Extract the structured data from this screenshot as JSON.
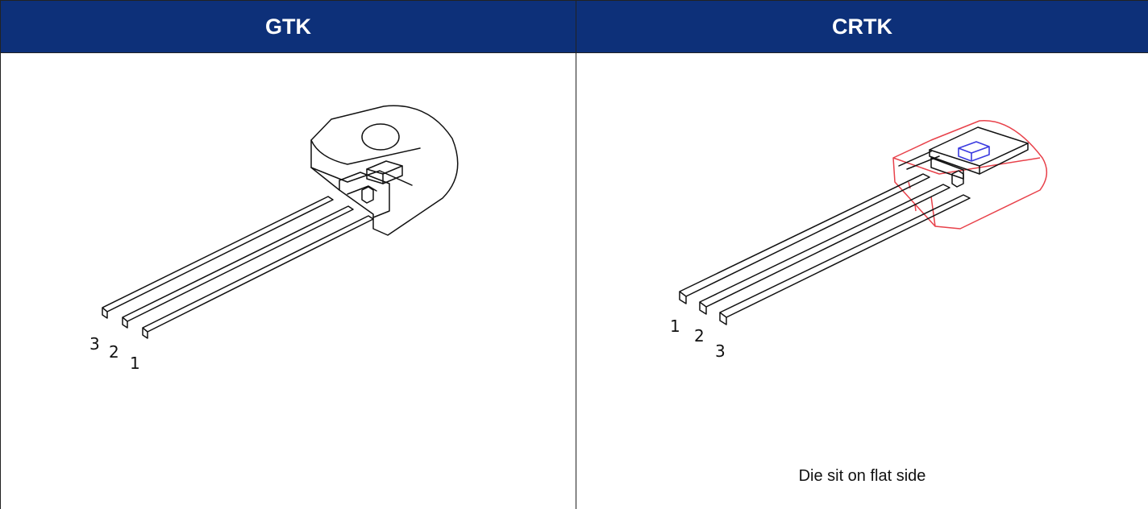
{
  "columns": [
    {
      "header": "GTK",
      "pins": [
        "3",
        "2",
        "1"
      ]
    },
    {
      "header": "CRTK",
      "pins": [
        "1",
        "2",
        "3"
      ],
      "note": "Die sit on flat side"
    }
  ],
  "colors": {
    "header_bg": "#0d3079",
    "header_text": "#ffffff",
    "outline": "#111111",
    "body_highlight": "#e8414a",
    "die_highlight": "#3a3ae0"
  }
}
